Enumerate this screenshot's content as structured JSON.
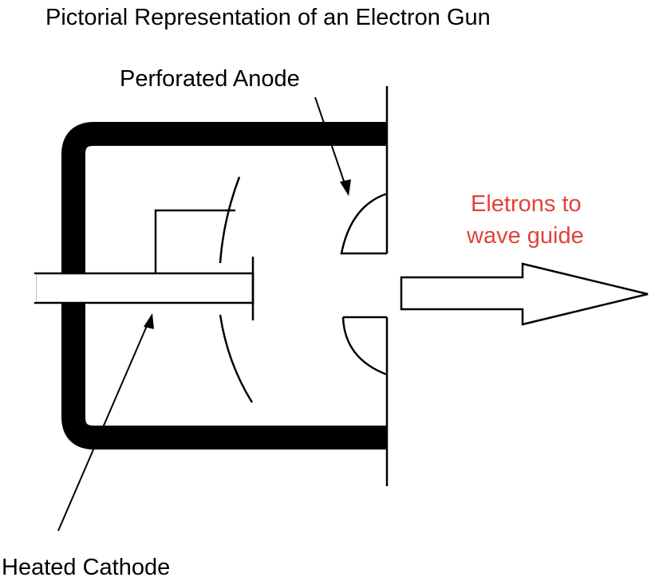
{
  "title": "Pictorial Representation of an Electron Gun",
  "labels": {
    "anode": "Perforated Anode",
    "cathode": "Heated Cathode",
    "electrons_line1": "Eletrons to",
    "electrons_line2": "wave guide"
  },
  "colors": {
    "ink": "#000000",
    "accent": "#e0433a",
    "background": "#ffffff"
  }
}
